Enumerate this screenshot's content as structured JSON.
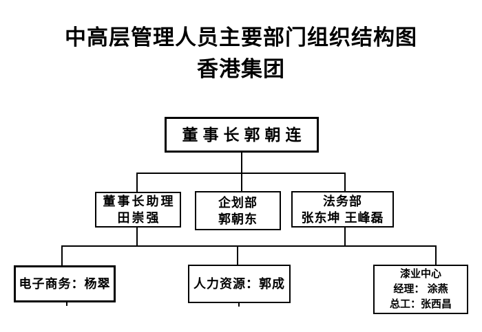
{
  "title": {
    "line1": "中高层管理人员主要部门组织结构图",
    "line2": "香港集团"
  },
  "nodes": {
    "chairman": {
      "lines": [
        "董事长郭朝连"
      ]
    },
    "assistant": {
      "lines": [
        "董事长助理",
        "田崇强"
      ]
    },
    "planning": {
      "lines": [
        "企划部",
        "郭朝东"
      ]
    },
    "legal": {
      "lines": [
        "法务部",
        "张东坤 王峰磊"
      ]
    },
    "ecommerce": {
      "lines": [
        "电子商务：杨翠"
      ]
    },
    "hr": {
      "lines": [
        "人力资源：郭成"
      ]
    },
    "paint": {
      "lines": [
        "漆业中心",
        "经理： 涂燕",
        "总工：张西昌"
      ]
    }
  },
  "colors": {
    "background": "#ffffff",
    "line": "#000000",
    "text": "#000000"
  }
}
